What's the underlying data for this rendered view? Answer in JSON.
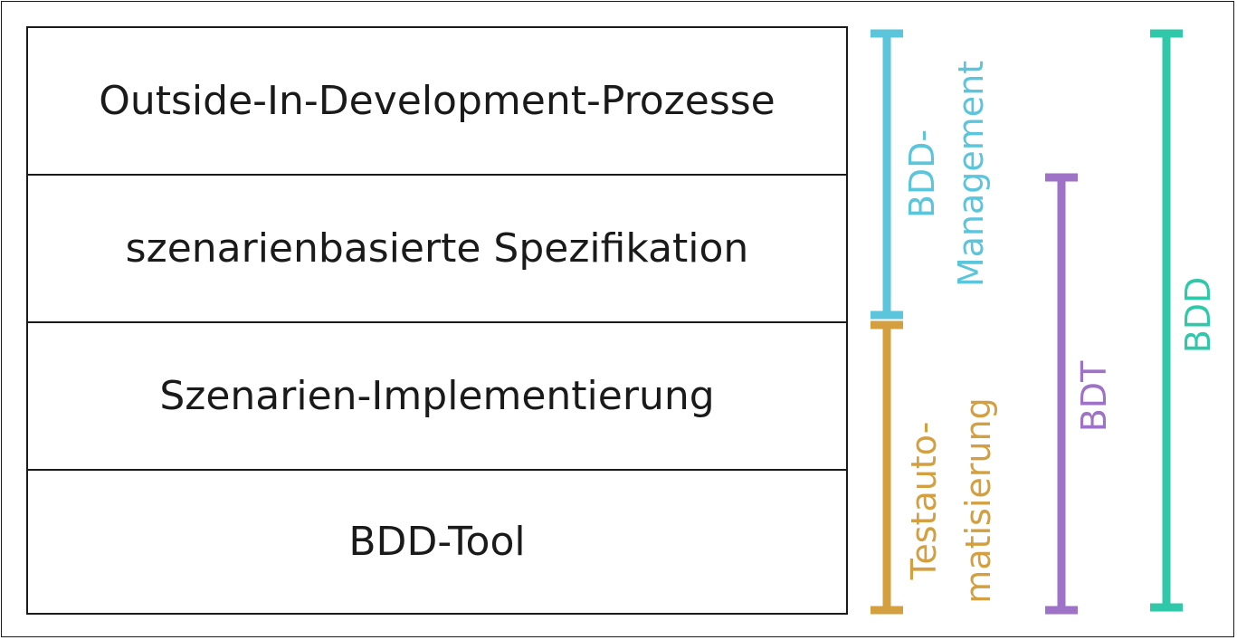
{
  "layers": [
    {
      "label": "Outside-In-Development-Prozesse"
    },
    {
      "label": "szenarienbasierte Spezifikation"
    },
    {
      "label": "Szenarien-Implementierung"
    },
    {
      "label": "BDD-Tool"
    }
  ],
  "brackets": {
    "bdd_management": {
      "line1": "BDD-",
      "line2": "Management",
      "color": "#5bc5db"
    },
    "testautomatisierung": {
      "line1": "Testauto-",
      "line2": "matisierung",
      "color": "#d4a03f"
    },
    "bdt": {
      "label": "BDT",
      "color": "#9e72c6"
    },
    "bdd": {
      "label": "BDD",
      "color": "#2fc9aa"
    }
  },
  "colors": {
    "border": "#1a1a1a",
    "text": "#1a1a1a",
    "background": "#ffffff"
  }
}
